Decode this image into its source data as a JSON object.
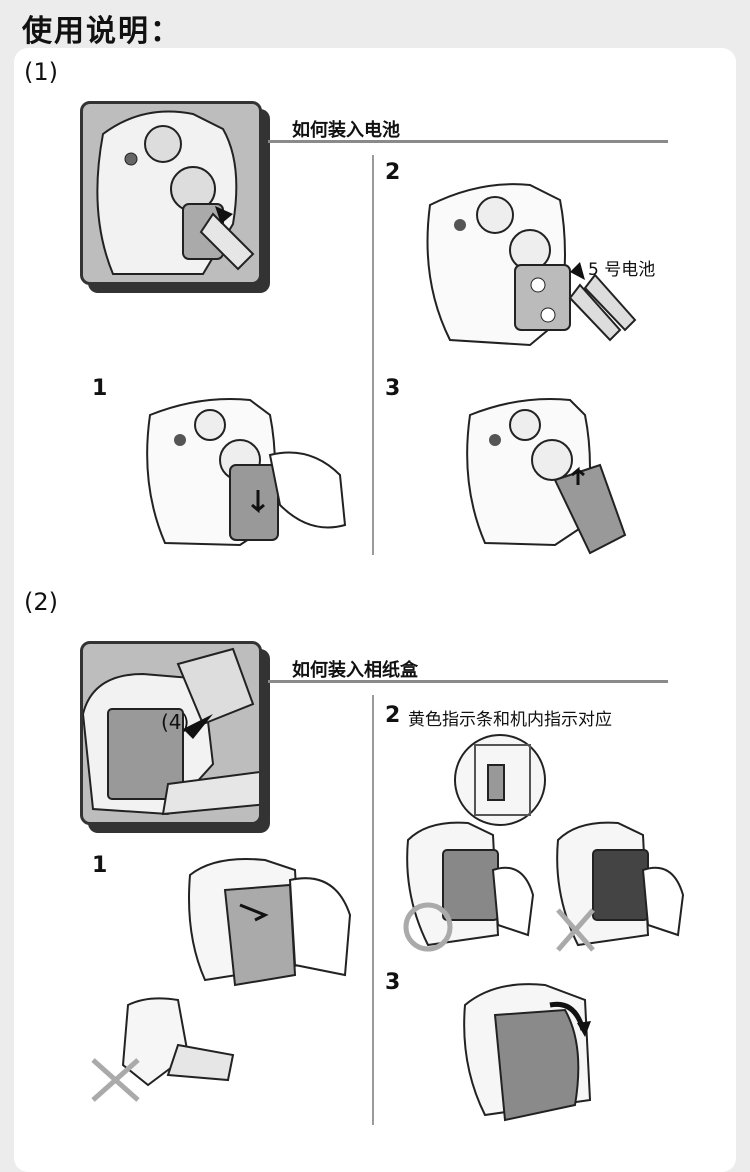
{
  "title": "使用说明：",
  "section1": {
    "label": "(1)",
    "heading": "如何装入电池",
    "step1": "1",
    "step2": "2",
    "step3": "3",
    "battery_label": "5 号电池"
  },
  "section2": {
    "label": "(2)",
    "heading": "如何装入相纸盒",
    "step1": "1",
    "step2": "2",
    "step2_note": "黄色指示条和机内指示对应",
    "step3": "3",
    "overview_badge": "(4)"
  }
}
